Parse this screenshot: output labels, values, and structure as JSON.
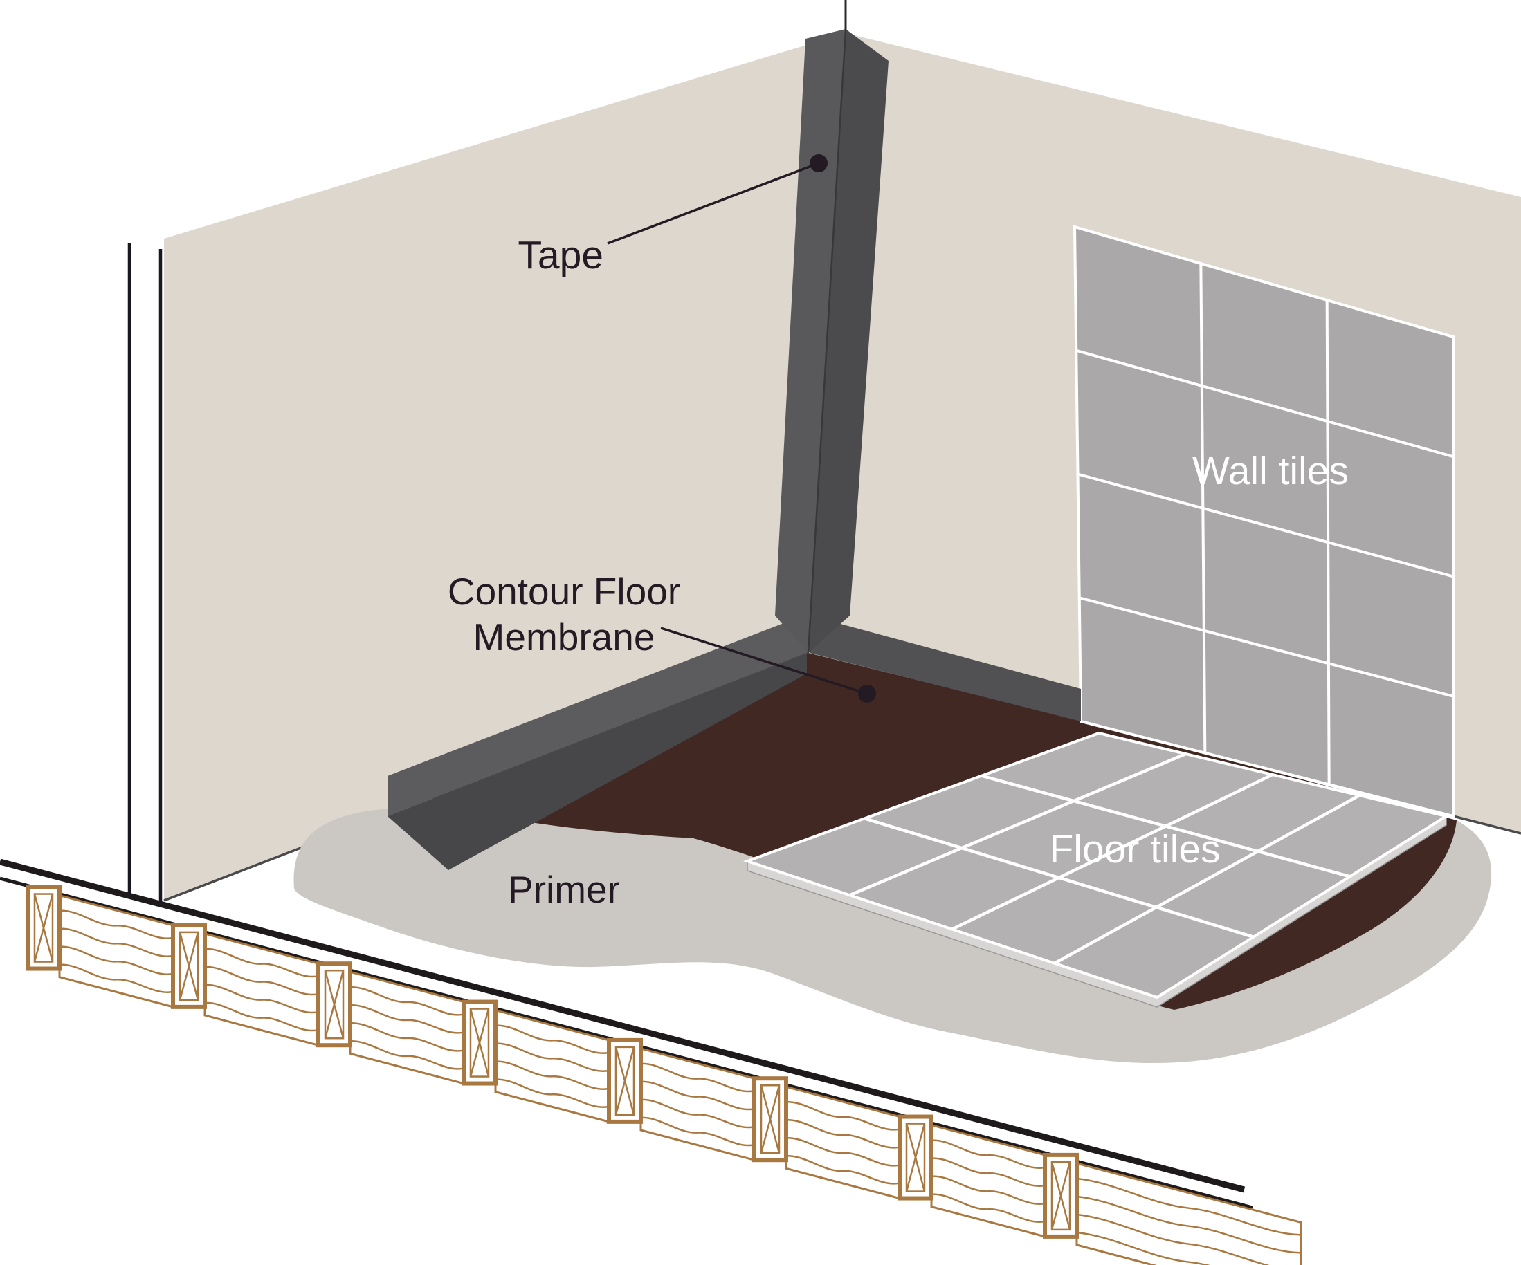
{
  "diagram": {
    "labels": {
      "tape": "Tape",
      "membrane_line1": "Contour Floor",
      "membrane_line2": "Membrane",
      "primer": "Primer",
      "wall_tiles": "Wall tiles",
      "floor_tiles": "Floor tiles"
    },
    "colors": {
      "background": "#ffffff",
      "wall": "#ded7cd",
      "wall_tile": "#aaa8a9",
      "floor_tile": "#b3b1b2",
      "grout": "#ffffff",
      "membrane": "#412823",
      "primer": "#cbc8c4",
      "tape_left_face": "#59595b",
      "tape_right_face": "#4b4b4d",
      "skirt_upper": "#5c5c5e",
      "skirt_fold": "#47474a",
      "skirt_right": "#515153",
      "wood": "#a87840",
      "subfloor_line": "#1e1a1b",
      "tile_edge": "#d8d6d4",
      "leader": "#231a24",
      "label_dark": "#231a24",
      "label_light": "#ffffff"
    },
    "counts": {
      "wall_tile_columns": 3,
      "wall_tile_rows": 4,
      "floor_tile_columns": 4,
      "floor_tile_rows": 3,
      "joists": 8
    }
  }
}
